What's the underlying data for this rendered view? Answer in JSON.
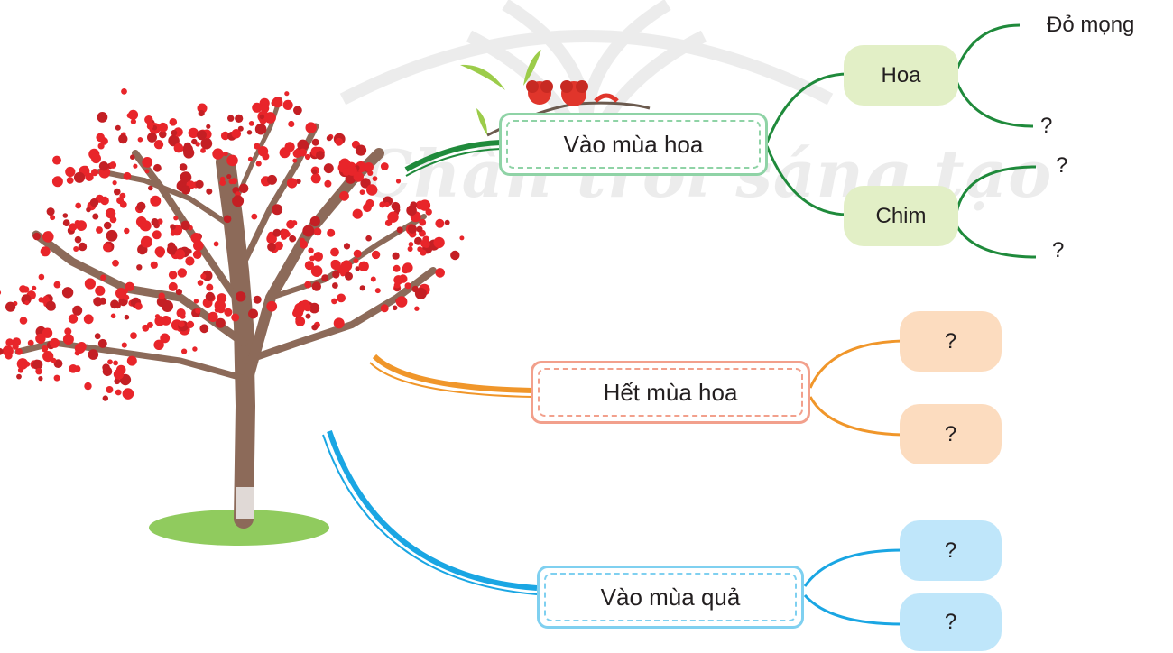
{
  "watermark": {
    "text": "Chân trời sáng tạo"
  },
  "branches": {
    "flower_season": {
      "label": "Vào mùa hoa",
      "color": "#1f8a3b",
      "box_border": "#8fd3a6",
      "subs": {
        "flower": {
          "label": "Hoa",
          "leaves": [
            "Đỏ mọng",
            "?"
          ]
        },
        "bird": {
          "label": "Chim",
          "leaves": [
            "?",
            "?"
          ]
        }
      },
      "sub_fill": "#e2efc6"
    },
    "after_flower": {
      "label": "Hết mùa hoa",
      "color": "#f0962a",
      "box_border": "#f2a08c",
      "sub_fill": "#fcdcbf",
      "items": [
        "?",
        "?"
      ]
    },
    "fruit_season": {
      "label": "Vào mùa quả",
      "color": "#1aa6e3",
      "box_border": "#7fd0f0",
      "sub_fill": "#bfe6fa",
      "items": [
        "?",
        "?"
      ]
    }
  },
  "illustration": {
    "tree": "flowering-tree-icon",
    "sprig": "flower-sprig-icon"
  }
}
